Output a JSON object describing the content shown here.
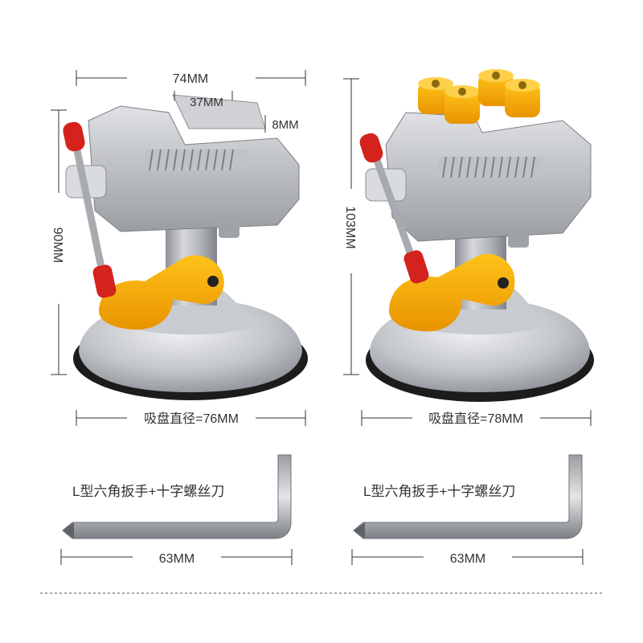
{
  "left_vise": {
    "width_label": "74MM",
    "jaw_width_label": "37MM",
    "jaw_depth_label": "8MM",
    "height_label": "90MM",
    "suction_label": "吸盘直径=76MM"
  },
  "right_vise": {
    "height_label": "103MM",
    "suction_label": "吸盘直径=78MM"
  },
  "left_tool": {
    "name": "L型六角扳手+十字螺丝刀",
    "length_label": "63MM"
  },
  "right_tool": {
    "name": "L型六角扳手+十字螺丝刀",
    "length_label": "63MM"
  },
  "colors": {
    "metal": "#b9bcc2",
    "orange": "#f6a800",
    "red": "#d4221c",
    "rubber": "#1c1c1c",
    "line": "#333333"
  }
}
